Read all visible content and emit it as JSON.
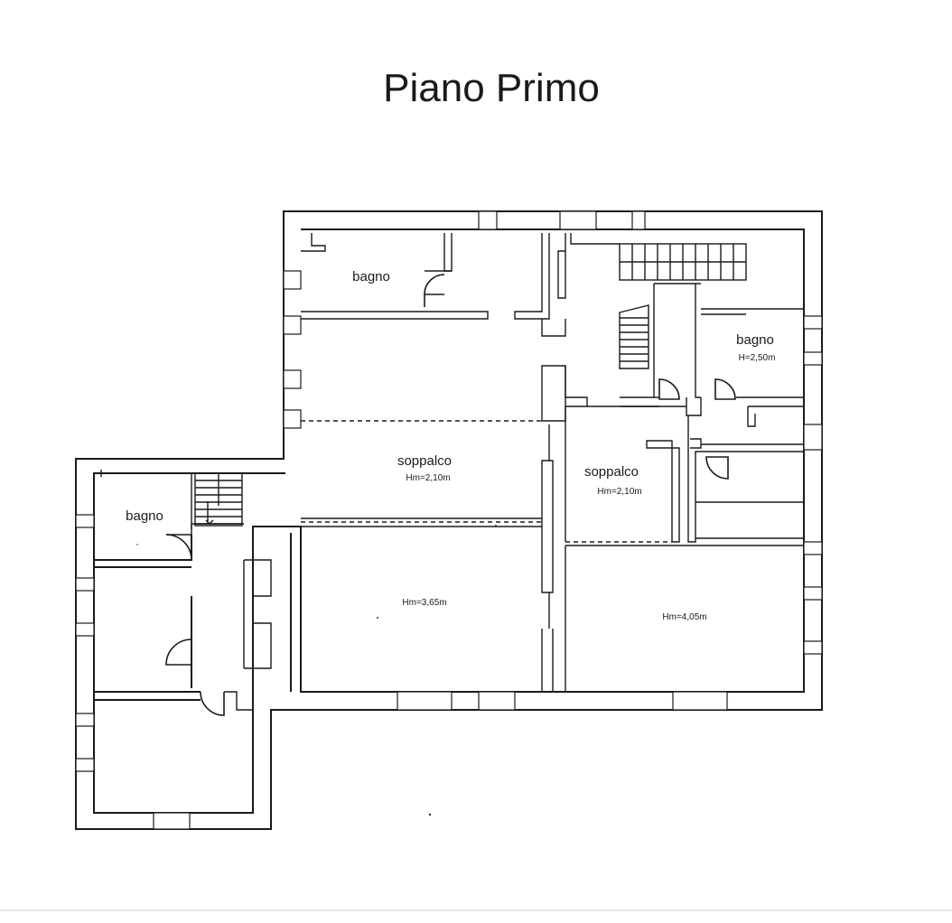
{
  "title": "Piano Primo",
  "rooms": [
    {
      "name": "bagno-top-left",
      "label": "bagno",
      "height": ""
    },
    {
      "name": "bagno-right",
      "label": "bagno",
      "height": "H=2,50m"
    },
    {
      "name": "bagno-left-wing",
      "label": "bagno",
      "height": ""
    },
    {
      "name": "soppalco-center",
      "label": "soppalco",
      "height": "Hm=2,10m"
    },
    {
      "name": "soppalco-right",
      "label": "soppalco",
      "height": "Hm=2,10m"
    },
    {
      "name": "main-hall-center",
      "label": "",
      "height": "Hm=3,65m"
    },
    {
      "name": "main-hall-right",
      "label": "",
      "height": "Hm=4,05m"
    }
  ]
}
